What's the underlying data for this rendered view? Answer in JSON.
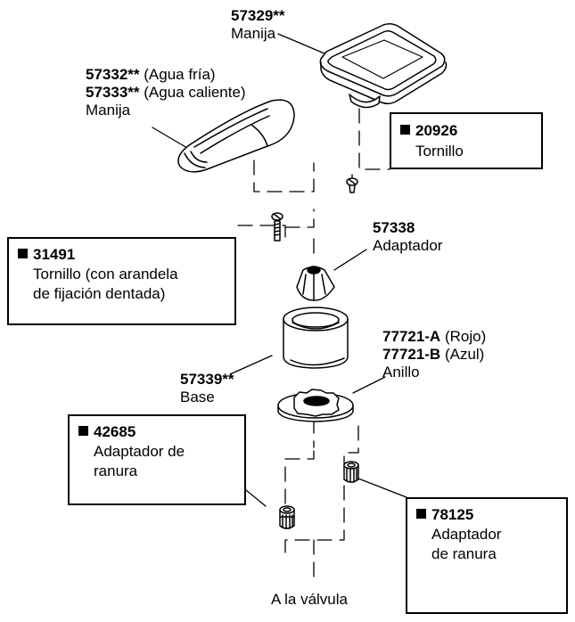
{
  "parts": {
    "handle_square": {
      "number": "57329**",
      "name": "Manija"
    },
    "handle_lever": {
      "num_cold": "57332**",
      "desc_cold": "(Agua fría)",
      "num_hot": "57333**",
      "desc_hot": "(Agua caliente)",
      "name": "Manija"
    },
    "adapter": {
      "number": "57338",
      "name": "Adaptador"
    },
    "ring": {
      "num_red": "77721-A",
      "desc_red": "(Rojo)",
      "num_blue": "77721-B",
      "desc_blue": "(Azul)",
      "name": "Anillo"
    },
    "base": {
      "number": "57339**",
      "name": "Base"
    },
    "valve": {
      "text": "A la válvula"
    }
  },
  "boxes": {
    "screw_small": {
      "number": "20926",
      "line1": "Tornillo"
    },
    "screw_long": {
      "number": "31491",
      "line1": "Tornillo (con arandela",
      "line2": "de fijación dentada)"
    },
    "spline_left": {
      "number": "42685",
      "line1": "Adaptador de",
      "line2": "ranura"
    },
    "spline_right": {
      "number": "78125",
      "line1": "Adaptador",
      "line2": "de ranura"
    }
  }
}
